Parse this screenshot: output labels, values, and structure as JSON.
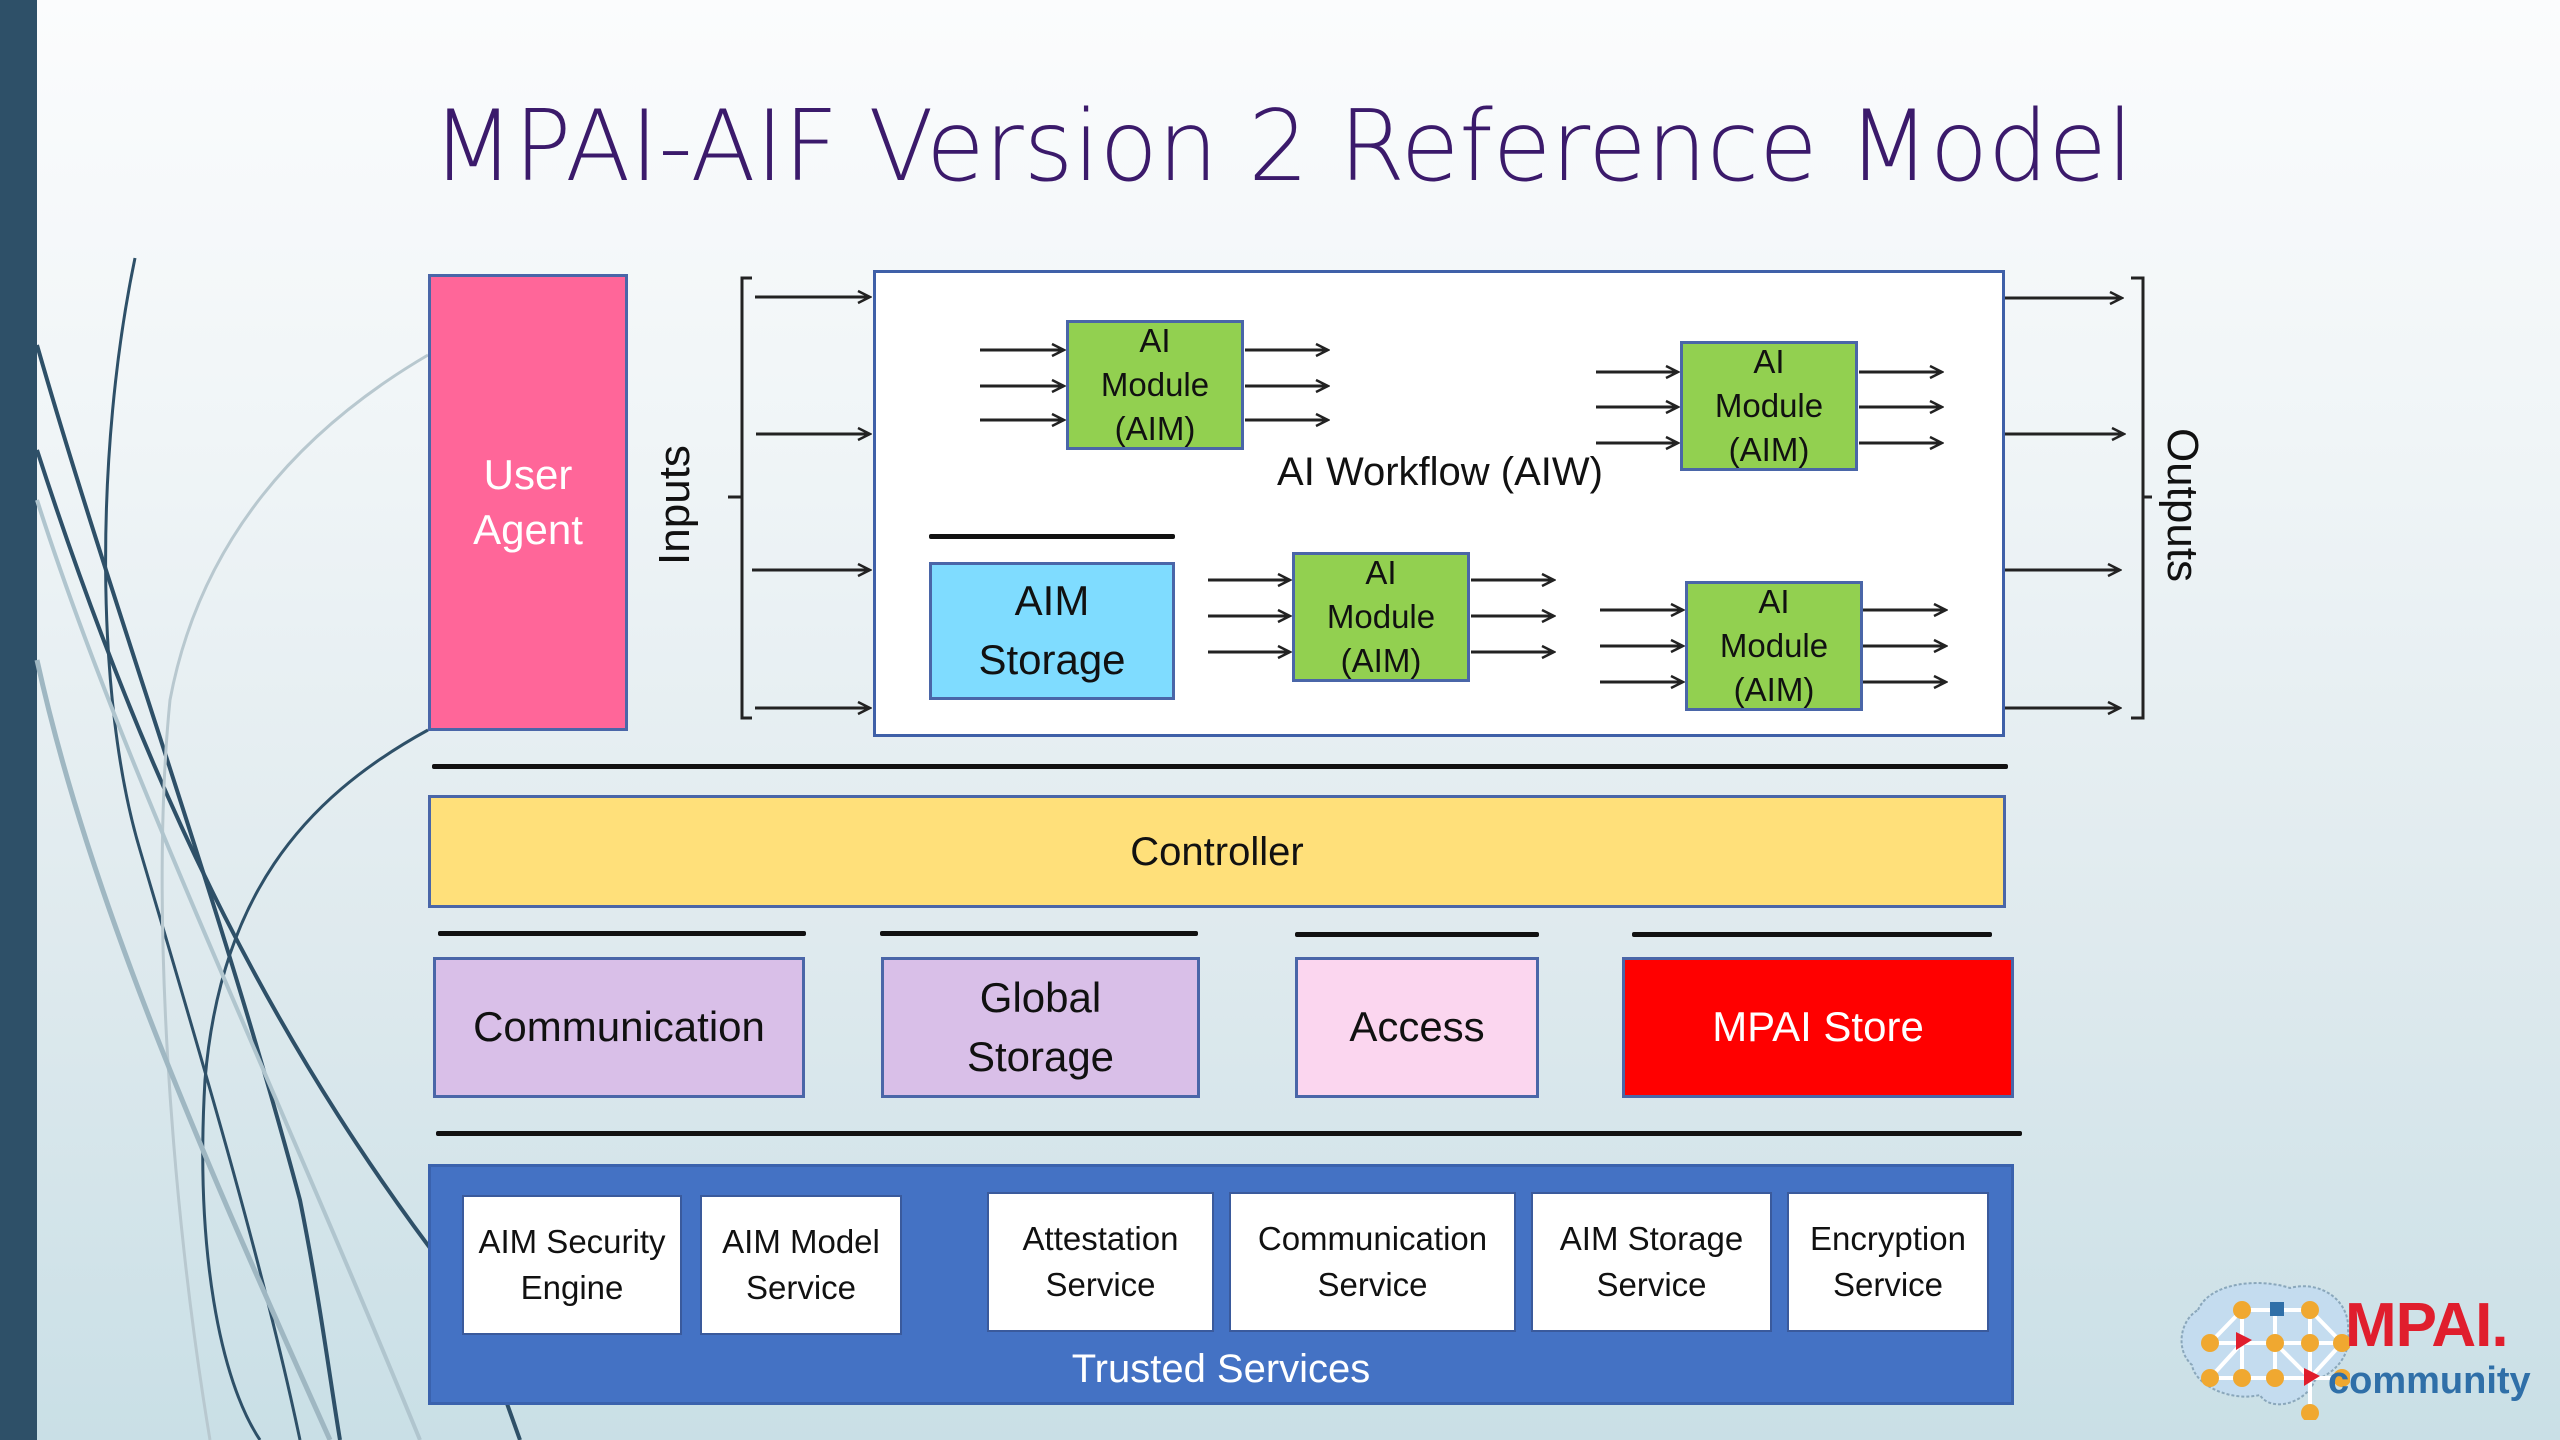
{
  "slide": {
    "title": "MPAI-AIF Version 2 Reference Model"
  },
  "colors": {
    "title": "#3b1a6b",
    "left_bar": "#2e5068",
    "user_agent": "#ff6699",
    "aim": "#92d050",
    "aim_storage": "#7fdcff",
    "controller": "#ffe07a",
    "communication": "#d9bfe8",
    "global_storage": "#d9bfe8",
    "access": "#fbd6ef",
    "mpai_store": "#ff0000",
    "trusted_services": "#4472c4"
  },
  "diagram": {
    "user_agent": "User Agent",
    "inputs_label": "Inputs",
    "outputs_label": "Outputs",
    "workflow": {
      "label": "AI Workflow (AIW)",
      "modules": [
        {
          "line1": "AI",
          "line2": "Module",
          "line3": "(AIM)"
        },
        {
          "line1": "AI",
          "line2": "Module",
          "line3": "(AIM)"
        },
        {
          "line1": "AI",
          "line2": "Module",
          "line3": "(AIM)"
        },
        {
          "line1": "AI",
          "line2": "Module",
          "line3": "(AIM)"
        }
      ],
      "aim_storage": {
        "line1": "AIM",
        "line2": "Storage"
      }
    },
    "controller": "Controller",
    "components": [
      {
        "line1": "Communication",
        "line2": ""
      },
      {
        "line1": "Global",
        "line2": "Storage"
      },
      {
        "line1": "Access",
        "line2": ""
      },
      {
        "line1": "MPAI Store",
        "line2": ""
      }
    ],
    "trusted_services": {
      "label": "Trusted Services",
      "services": [
        {
          "line1": "AIM Security",
          "line2": "Engine"
        },
        {
          "line1": "AIM Model",
          "line2": "Service"
        },
        {
          "line1": "Attestation",
          "line2": "Service"
        },
        {
          "line1": "Communication",
          "line2": "Service"
        },
        {
          "line1": "AIM Storage",
          "line2": "Service"
        },
        {
          "line1": "Encryption",
          "line2": "Service"
        }
      ]
    }
  },
  "logo": {
    "name": "MPAI.",
    "sub": "community"
  }
}
